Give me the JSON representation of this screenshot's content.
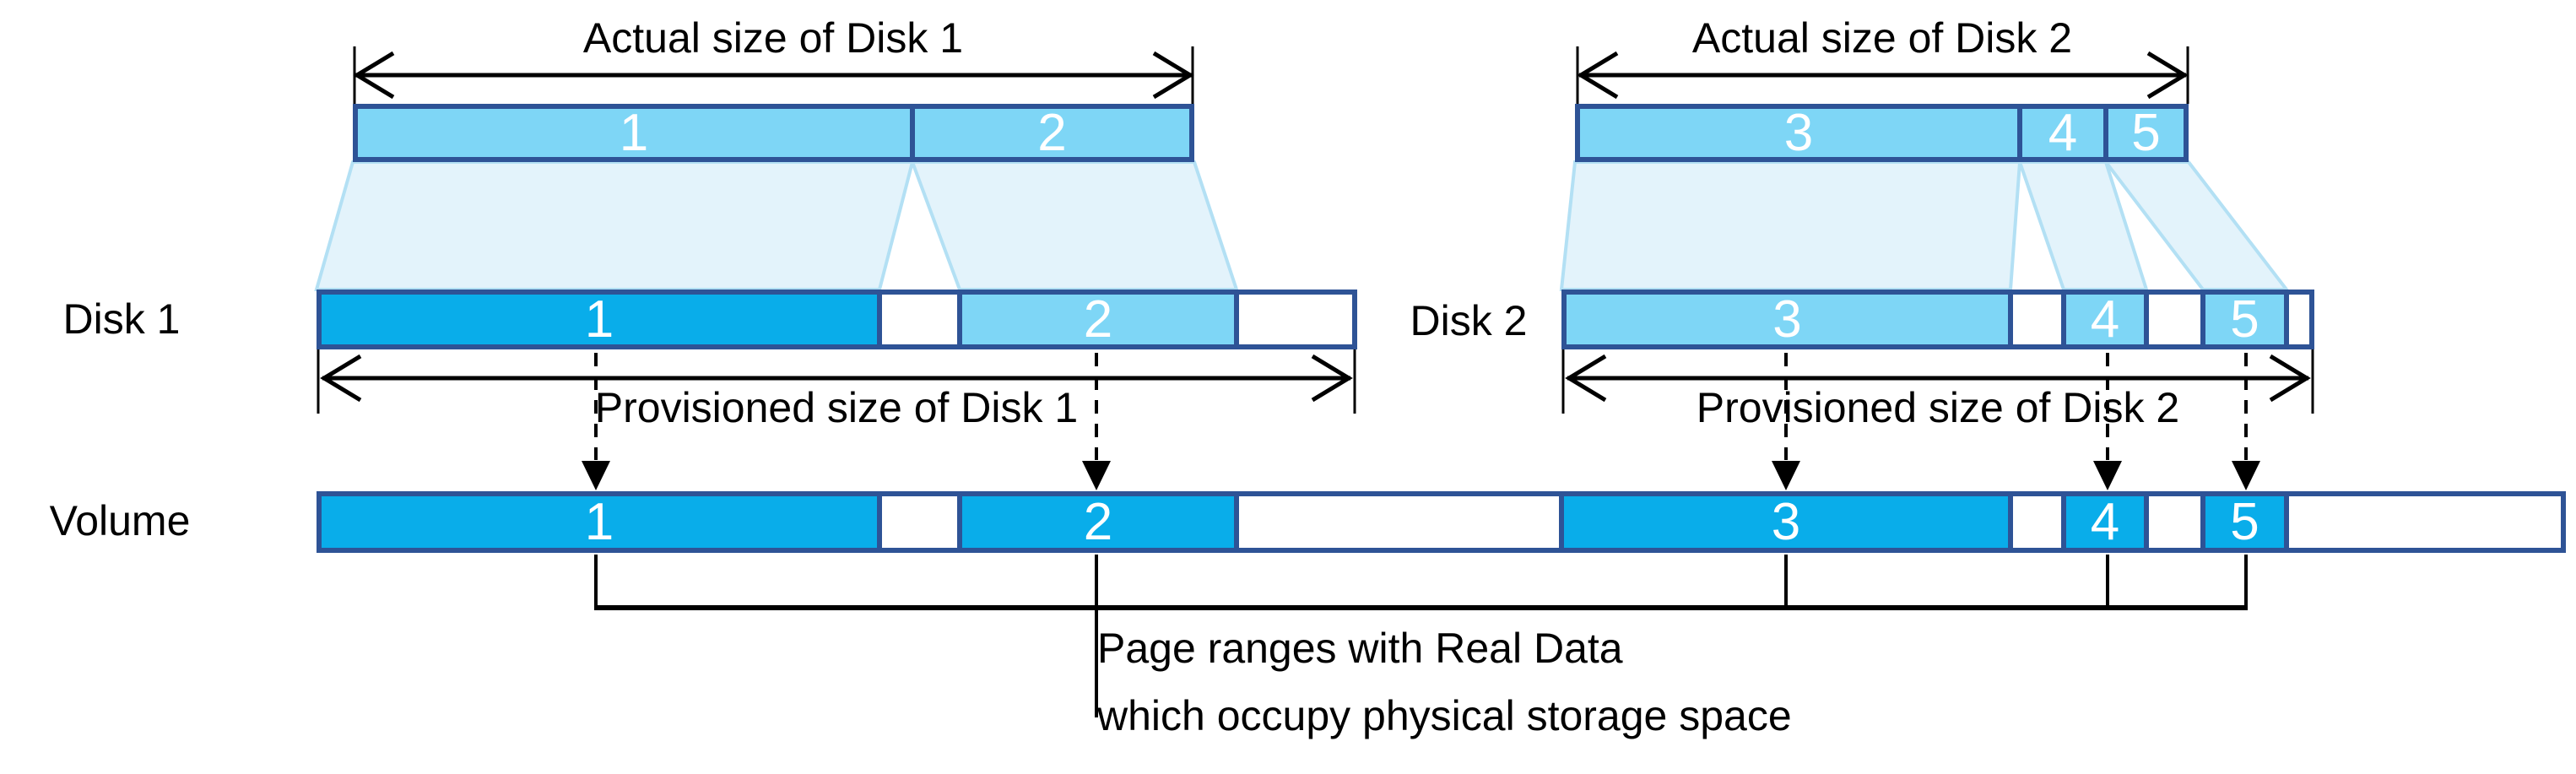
{
  "colors": {
    "segment_fill": "#7ED6F6",
    "volume_fill": "#09ADEA",
    "border_navy": "#2E5396",
    "fan_fill": "#E3F3FB",
    "fan_stroke": "#B3E0F4",
    "numeral_text": "#FFFFFF",
    "label_text": "#000000"
  },
  "disk1": {
    "actual_size_label": "Actual size of Disk 1",
    "provisioned_size_label": "Provisioned size of Disk 1",
    "row_label": "Disk 1",
    "actual_segments": [
      "1",
      "2"
    ],
    "provisioned_segments": [
      "1",
      "2"
    ]
  },
  "disk2": {
    "actual_size_label": "Actual size of Disk 2",
    "provisioned_size_label": "Provisioned size of Disk 2",
    "row_label": "Disk 2",
    "actual_segments": [
      "3",
      "4",
      "5"
    ],
    "provisioned_segments": [
      "3",
      "4",
      "5"
    ]
  },
  "volume": {
    "row_label": "Volume",
    "segments": [
      "1",
      "2",
      "3",
      "4",
      "5"
    ]
  },
  "annotation": {
    "line1": "Page ranges with Real Data",
    "line2": "which occupy physical storage space"
  }
}
